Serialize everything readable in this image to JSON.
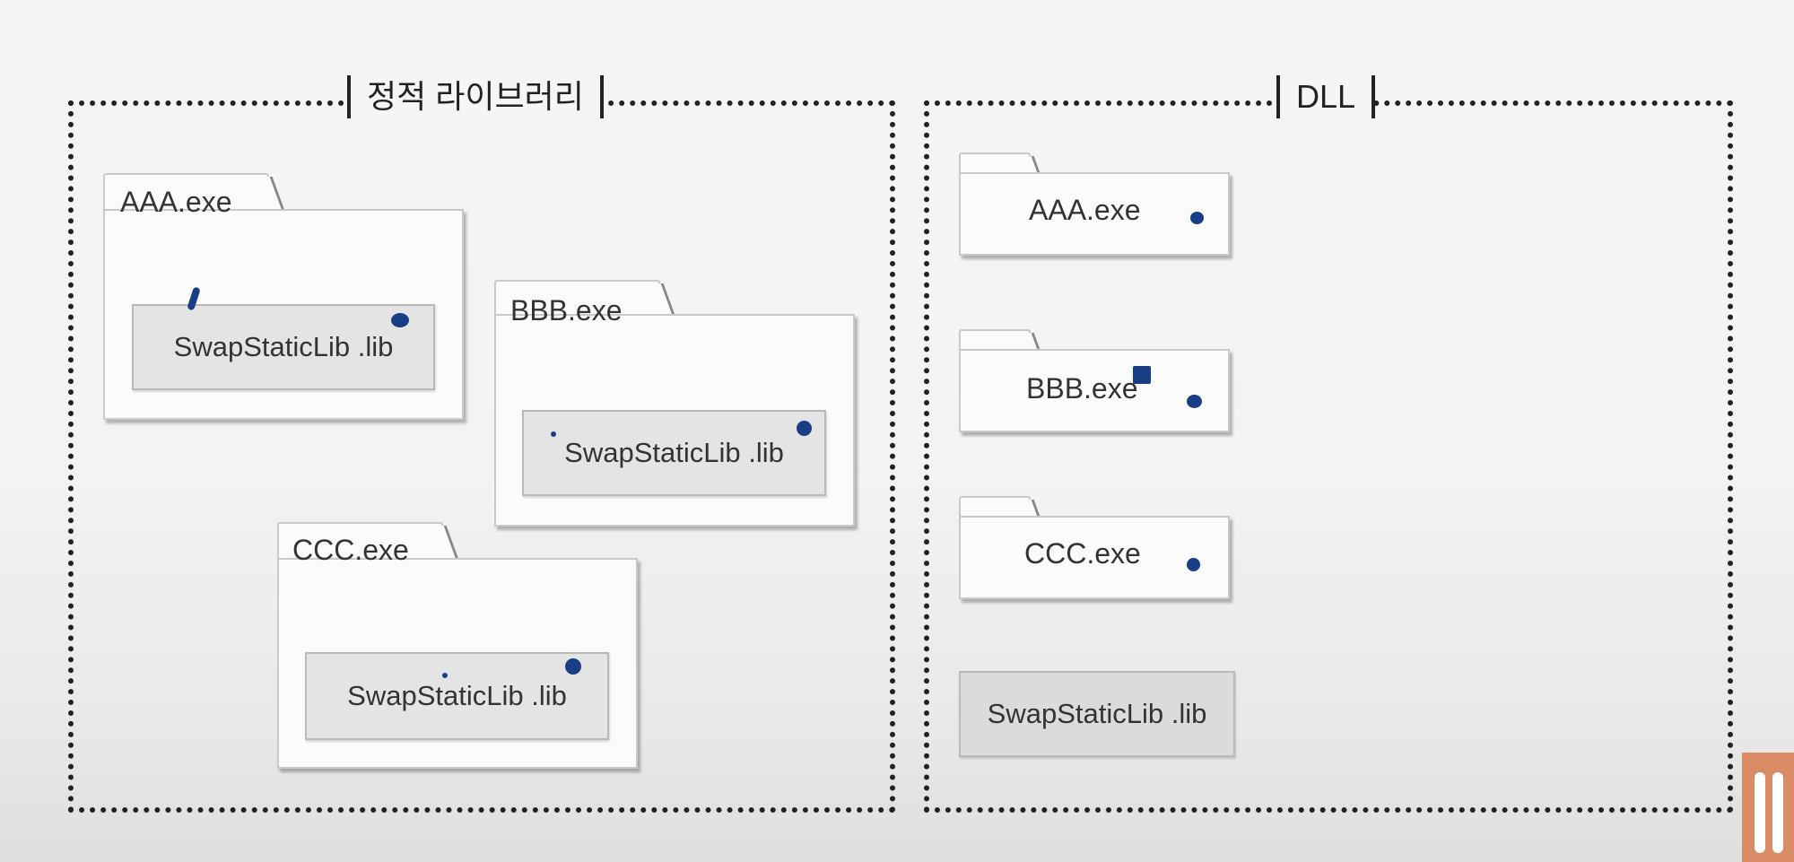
{
  "static_group": {
    "title": "정적 라이브러리",
    "folders": [
      {
        "name": "AAA.exe",
        "lib": "SwapStaticLib .lib"
      },
      {
        "name": "BBB.exe",
        "lib": "SwapStaticLib .lib"
      },
      {
        "name": "CCC.exe",
        "lib": "SwapStaticLib .lib"
      }
    ]
  },
  "dll_group": {
    "title": "DLL",
    "folders": [
      {
        "name": "AAA.exe"
      },
      {
        "name": "BBB.exe"
      },
      {
        "name": "CCC.exe"
      }
    ],
    "lib": "SwapStaticLib .lib"
  },
  "colors": {
    "border": "#222222",
    "folder": "#fbfbfb",
    "lib_box": "#e4e4e4",
    "ink_marks": "#1a3e86",
    "corner_accent": "#d98b66"
  }
}
